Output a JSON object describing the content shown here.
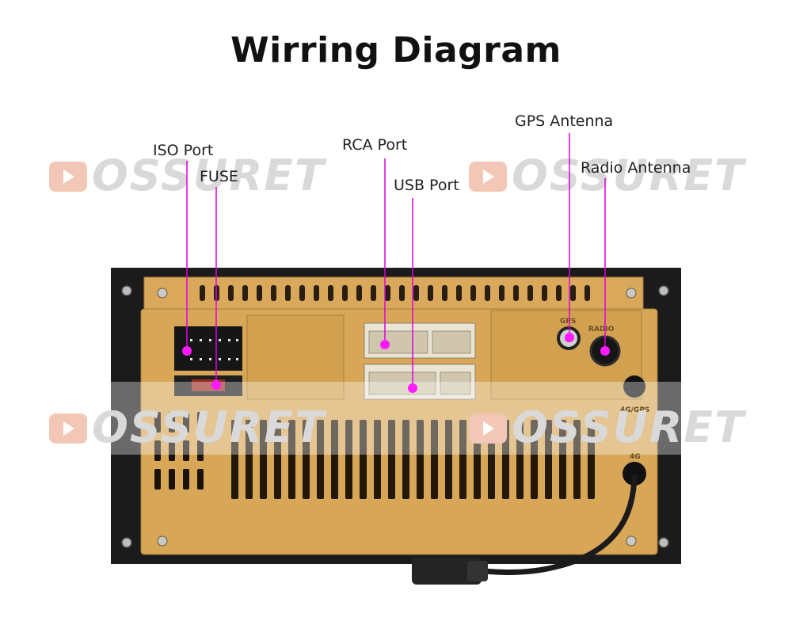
{
  "title": "Wirring Diagram",
  "labels": {
    "iso_port": "ISO Port",
    "fuse": "FUSE",
    "rca_port": "RCA Port",
    "usb_port": "USB Port",
    "gps_antenna": "GPS Antenna",
    "radio_antenna": "Radio Antenna"
  },
  "unit_markings": {
    "gps": "GPS",
    "radio": "RADIO",
    "port_4g_gps": "4G/GPS",
    "port_4g": "4G"
  },
  "watermark": "OSSURET",
  "colors": {
    "callout": "#e000e0",
    "housing": "#d9a85a",
    "panel": "#1a1a1a",
    "watermark": "#d9d9d9"
  }
}
